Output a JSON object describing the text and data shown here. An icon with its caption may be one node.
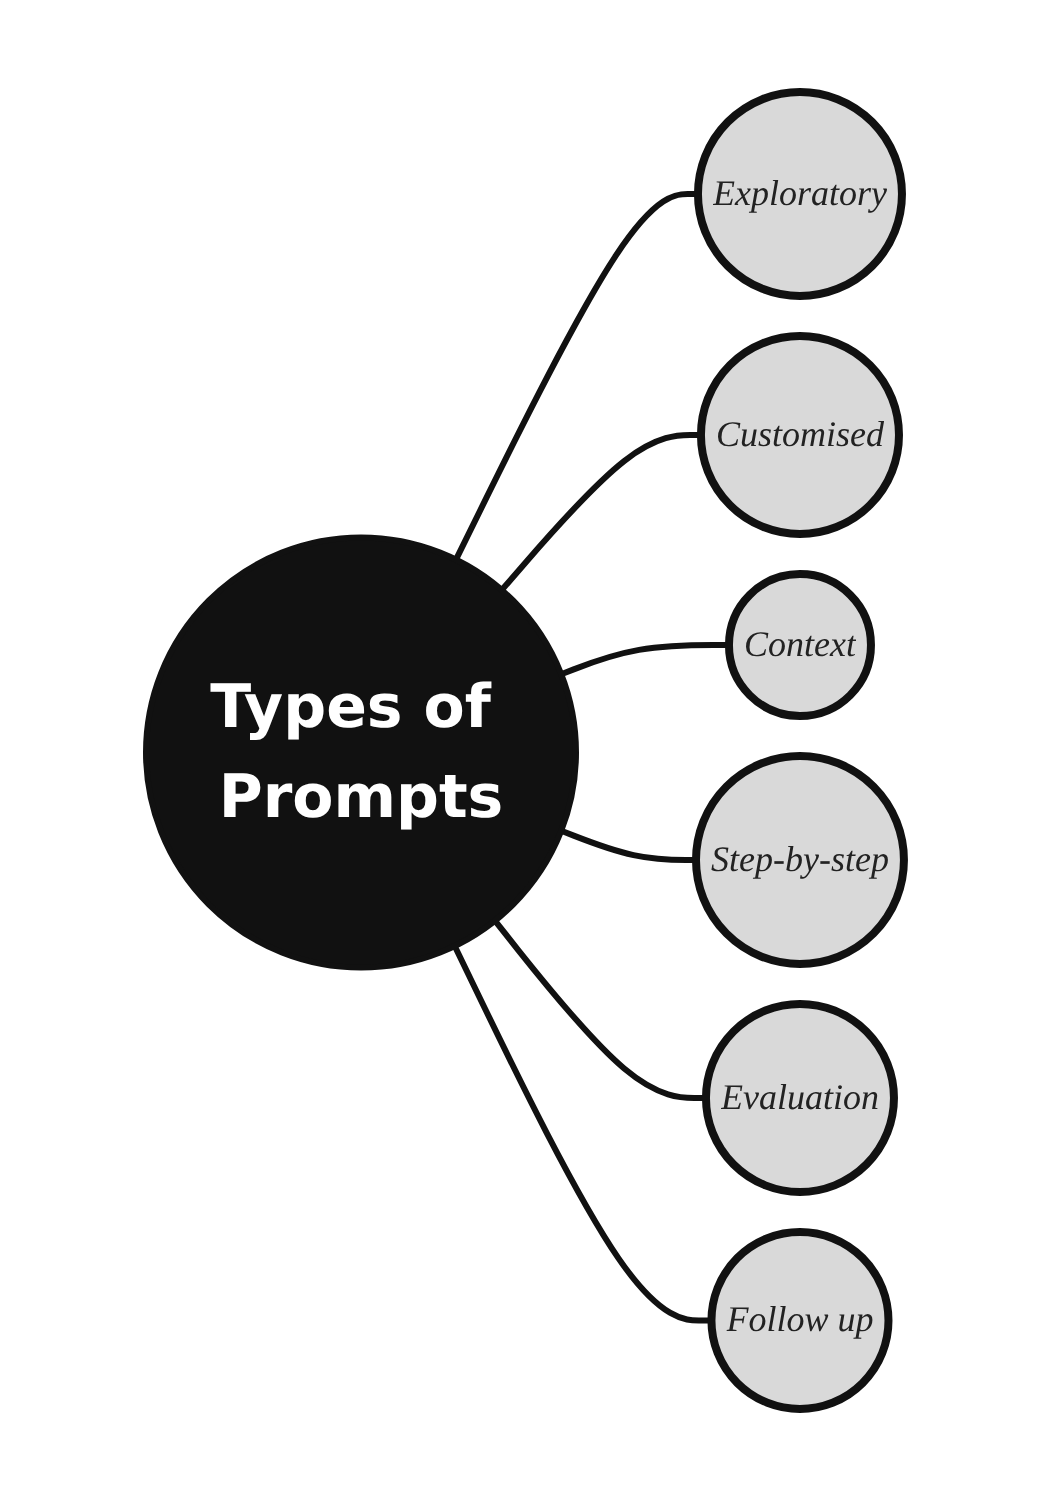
{
  "diagram": {
    "nodes": [
      {
        "text": [
          "Types of Prompts"
        ]
      },
      {
        "text": [
          "Exploratory"
        ]
      },
      {
        "text": [
          "Customised"
        ]
      },
      {
        "text": [
          "Context"
        ]
      },
      {
        "text": [
          "Step-by-step"
        ]
      },
      {
        "text": [
          "Evaluation"
        ]
      },
      {
        "text": [
          "Follow up"
        ]
      }
    ],
    "edges": [
      {
        "from": 0,
        "to": 1,
        "arrow": "none"
      },
      {
        "from": 0,
        "to": 2,
        "arrow": "none"
      },
      {
        "from": 0,
        "to": 3,
        "arrow": "none"
      },
      {
        "from": 0,
        "to": 4,
        "arrow": "none"
      },
      {
        "from": 0,
        "to": 5,
        "arrow": "none"
      },
      {
        "from": 0,
        "to": 6,
        "arrow": "none"
      }
    ]
  }
}
